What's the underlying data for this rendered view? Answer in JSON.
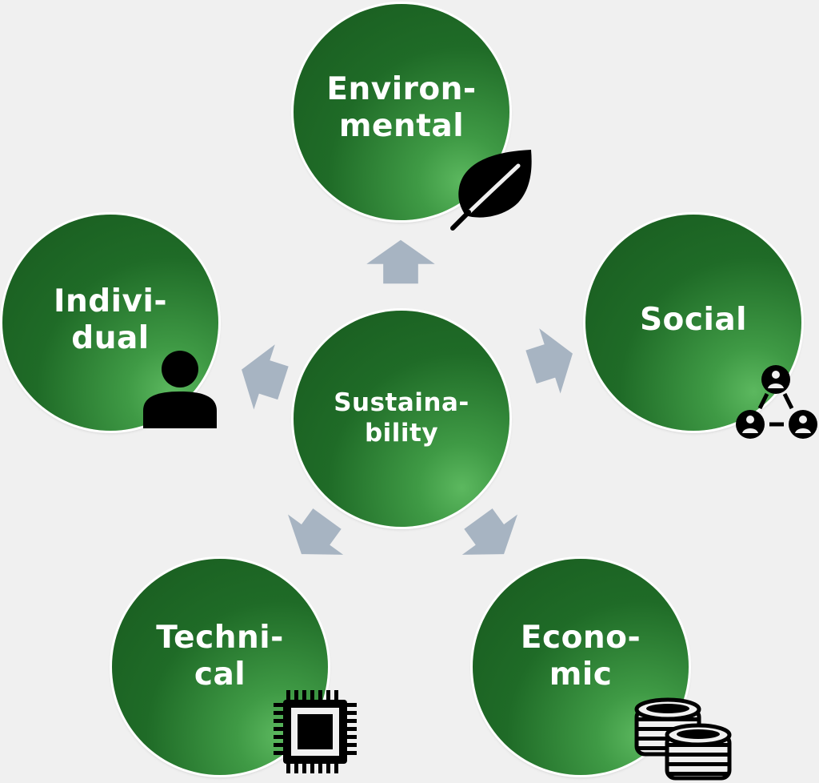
{
  "diagram": {
    "center": {
      "label": "Sustaina-\nbility"
    },
    "nodes": [
      {
        "id": "environmental",
        "label": "Environ-\nmental",
        "icon": "leaf-icon"
      },
      {
        "id": "social",
        "label": "Social",
        "icon": "social-network-icon"
      },
      {
        "id": "economic",
        "label": "Econo-\nmic",
        "icon": "coins-icon"
      },
      {
        "id": "technical",
        "label": "Techni-\ncal",
        "icon": "cpu-chip-icon"
      },
      {
        "id": "individual",
        "label": "Indivi-\ndual",
        "icon": "person-icon"
      }
    ],
    "colors": {
      "circle_dark": "#185a1f",
      "circle_light": "#5cb85f",
      "arrow": "#a7b4c2",
      "background": "#f0f0f0",
      "icon": "#000000"
    }
  }
}
